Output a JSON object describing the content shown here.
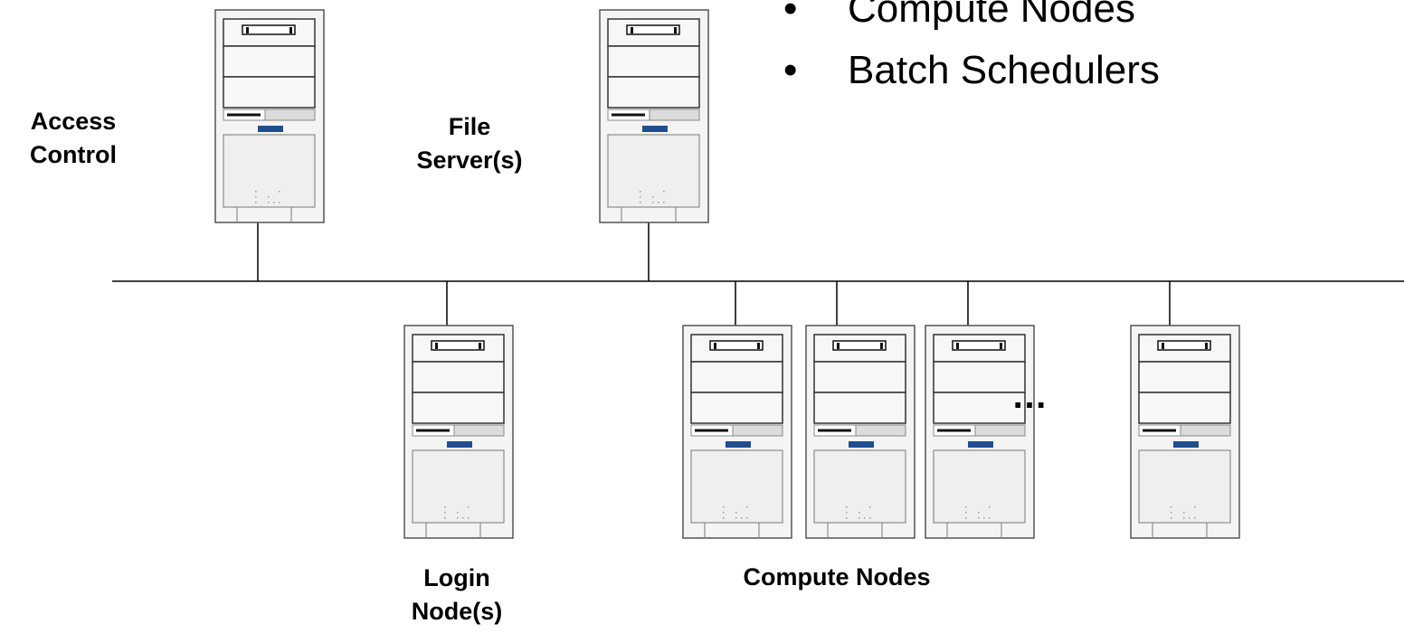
{
  "bullets": {
    "items": [
      {
        "text": "Compute Nodes",
        "marker": "•"
      },
      {
        "text": "Batch Schedulers",
        "marker": "•"
      }
    ]
  },
  "labels": {
    "access_control": "Access\nControl",
    "file_servers": "File\nServer(s)",
    "login_nodes": "Login\nNode(s)",
    "compute_nodes": "Compute Nodes",
    "ellipsis": "…"
  },
  "icons": {
    "server": "server-tower-icon"
  },
  "colors": {
    "line": "#000000",
    "case_fill": "#f4f4f4",
    "case_outline": "#555555",
    "inner_outline": "#8c8c8c",
    "indicator_blue": "#1f4e8c"
  }
}
